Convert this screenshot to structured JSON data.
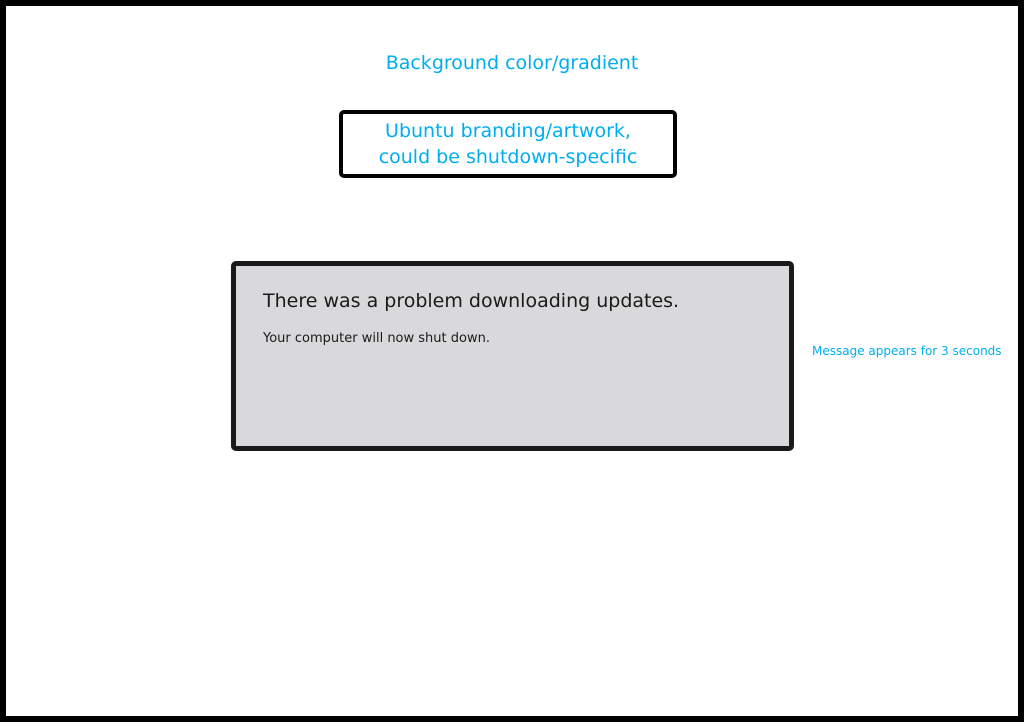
{
  "annotations": {
    "background": "Background color/gradient",
    "branding_line1": "Ubuntu branding/artwork,",
    "branding_line2": "could be shutdown-specific",
    "message_duration": "Message appears for 3 seconds"
  },
  "message": {
    "title": "There was a problem downloading updates.",
    "body": "Your computer will now shut down."
  },
  "colors": {
    "annotation": "#00aeef",
    "frame": "#000000",
    "message_background": "#d9d9db"
  }
}
